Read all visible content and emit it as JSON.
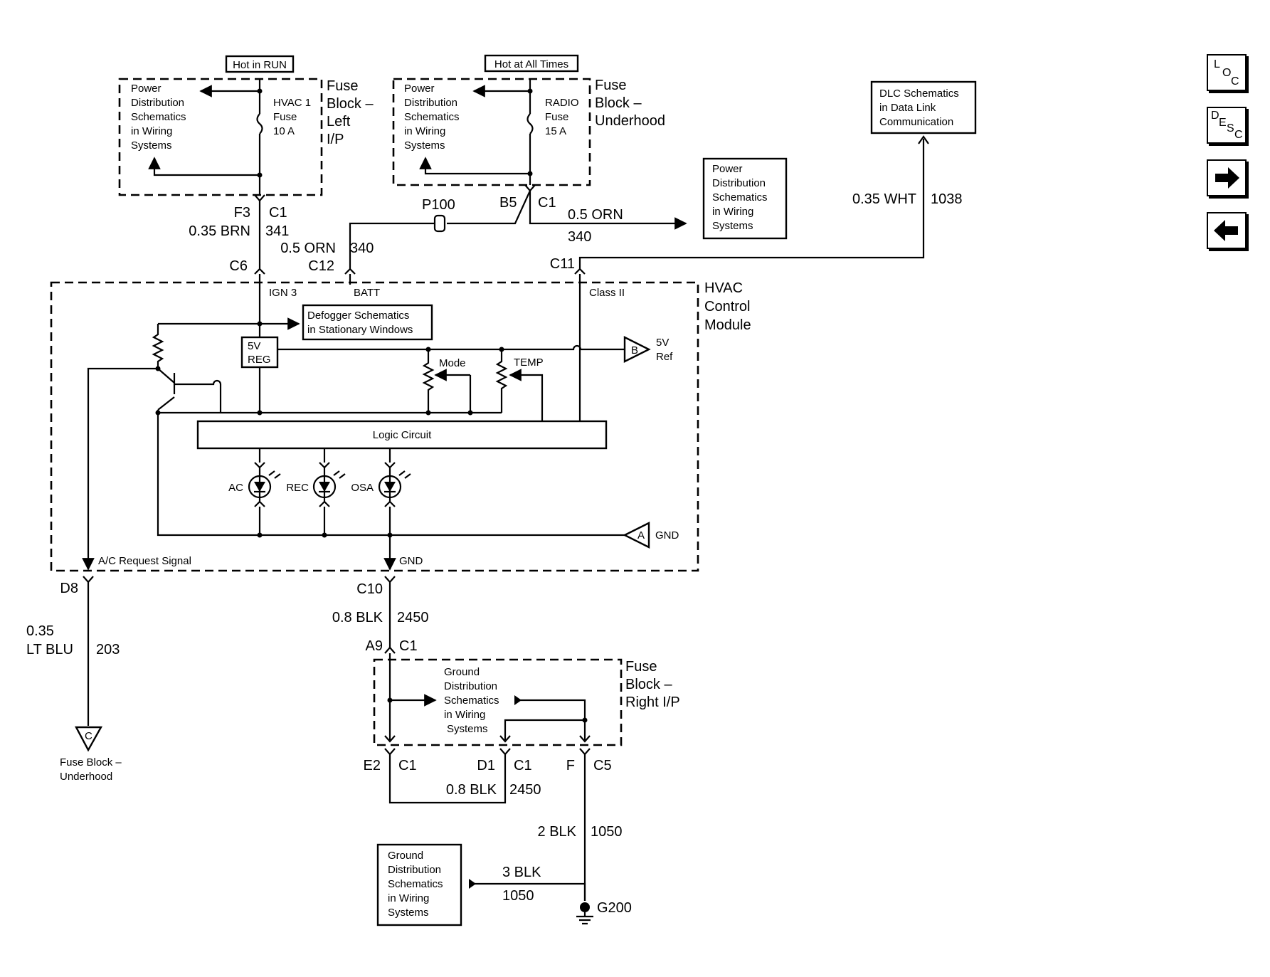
{
  "fuse_left": {
    "tag": "Hot in RUN",
    "name_lines": [
      "Fuse",
      "Block –",
      "Left",
      "I/P"
    ],
    "fuse_lines": [
      "HVAC 1",
      "Fuse",
      "10 A"
    ],
    "ref_lines": [
      "Power",
      "Distribution",
      "Schematics",
      "in Wiring",
      "Systems"
    ]
  },
  "fuse_underhood": {
    "tag": "Hot at All Times",
    "name_lines": [
      "Fuse",
      "Block –",
      "Underhood"
    ],
    "fuse_lines": [
      "RADIO",
      "Fuse",
      "15 A"
    ],
    "ref_lines": [
      "Power",
      "Distribution",
      "Schematics",
      "in Wiring",
      "Systems"
    ]
  },
  "power_dist_box": [
    "Power",
    "Distribution",
    "Schematics",
    "in Wiring",
    "Systems"
  ],
  "dlc_box": [
    "DLC Schematics",
    "in Data Link",
    "Communication"
  ],
  "wires": {
    "f3": "F3",
    "c1_a": "C1",
    "brn": "0.35 BRN",
    "n341": "341",
    "c6": "C6",
    "orn_left": "0.5 ORN",
    "n340_left": "340",
    "c12": "C12",
    "p100": "P100",
    "b5": "B5",
    "c1_b": "C1",
    "orn_right": "0.5 ORN",
    "n340_right": "340",
    "wht": "0.35 WHT",
    "n1038": "1038",
    "c11": "C11"
  },
  "module": {
    "name_lines": [
      "HVAC",
      "Control",
      "Module"
    ],
    "ign3": "IGN 3",
    "batt": "BATT",
    "class2": "Class II",
    "defogger_lines": [
      "Defogger Schematics",
      "in Stationary Windows"
    ],
    "reg_lines": [
      "5V",
      "REG"
    ],
    "mode": "Mode",
    "temp": "TEMP",
    "ref_b_letter": "B",
    "ref_b_lines": [
      "5V",
      "Ref"
    ],
    "logic": "Logic Circuit",
    "led_ac": "AC",
    "led_rec": "REC",
    "led_osa": "OSA",
    "gnd_a_letter": "A",
    "gnd_a": "GND",
    "ac_request": "A/C Request Signal",
    "gnd_bottom": "GND"
  },
  "lower_left": {
    "d8": "D8",
    "gauge": "0.35",
    "color": "LT BLU",
    "circuit": "203",
    "ref_letter": "C",
    "ref_lines": [
      "Fuse Block –",
      "Underhood"
    ]
  },
  "lower_center": {
    "c10": "C10",
    "blk_08": "0.8 BLK",
    "n2450_a": "2450",
    "a9": "A9",
    "c1": "C1",
    "fuse_right_lines": [
      "Fuse",
      "Block –",
      "Right I/P"
    ],
    "ground_lines": [
      "Ground",
      "Distribution",
      "Schematics",
      "in Wiring",
      "Systems"
    ],
    "e2": "E2",
    "e2_c1": "C1",
    "d1": "D1",
    "d1_c1": "C1",
    "f": "F",
    "c5": "C5",
    "blk_08_b": "0.8 BLK",
    "n2450_b": "2450",
    "blk_2": "2 BLK",
    "n1050_a": "1050",
    "blk_3": "3 BLK",
    "n1050_b": "1050",
    "g200": "G200",
    "ground_box_lines": [
      "Ground",
      "Distribution",
      "Schematics",
      "in Wiring",
      "Systems"
    ]
  },
  "nav": {
    "loc": [
      "L",
      "O",
      "C"
    ],
    "desc": [
      "D",
      "E",
      "S",
      "C"
    ],
    "next_icon": "right-arrow-icon",
    "prev_icon": "left-arrow-icon"
  }
}
